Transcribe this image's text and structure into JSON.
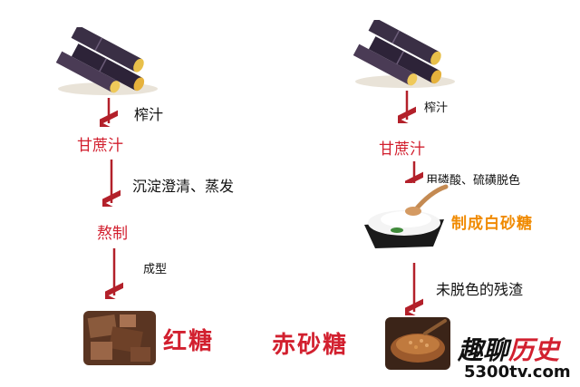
{
  "left": {
    "step1": "榨汁",
    "node1": "甘蔗汁",
    "step2": "沉淀澄清、蒸发",
    "node2": "熬制",
    "step3": "成型",
    "result": "红糖"
  },
  "right": {
    "step1": "榨汁",
    "node1": "甘蔗汁",
    "step2": "用磷酸、硫磺脱色",
    "product": "制成白砂糖",
    "step3": "未脱色的残渣",
    "result": "赤砂糖"
  },
  "watermark": {
    "title_part1": "趣聊",
    "title_part2": "历史",
    "url": "5300tv.com"
  },
  "colors": {
    "arrow": "#b3202a",
    "red_text": "#d2202f",
    "orange_text": "#f08a00"
  }
}
